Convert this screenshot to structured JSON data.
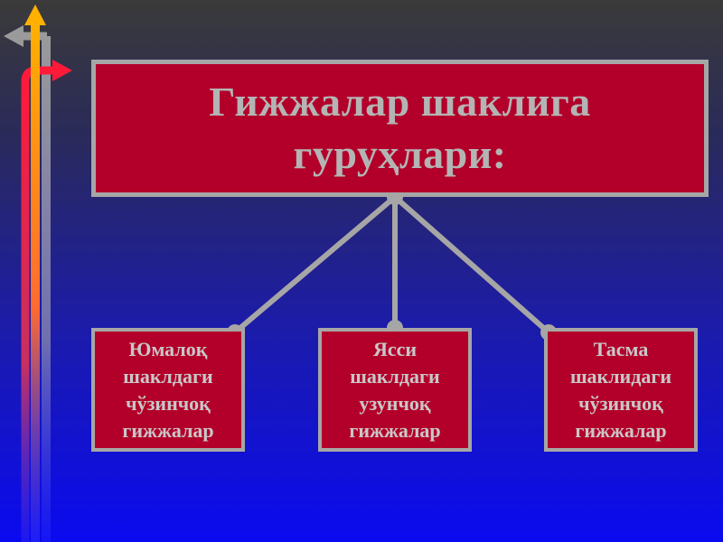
{
  "title": "Гижжалар шаклига\nгуруҳлари:",
  "boxes": [
    {
      "label": "Юмалоқ\nшаклдаги\nчўзинчоқ\nгижжалар"
    },
    {
      "label": "Ясси\nшаклдаги\nузунчоқ\nгижжалар"
    },
    {
      "label": "Тасма\nшаклидаги\nчўзинчоқ\nгижжалар"
    }
  ],
  "colors": {
    "box_fill": "#b3002a",
    "border": "#a6a6a6",
    "text": "#b4b4b4",
    "connector": "#a6a6a6"
  },
  "icons": [
    "up-arrow-icon",
    "left-arrow-icon",
    "right-arrow-icon"
  ]
}
